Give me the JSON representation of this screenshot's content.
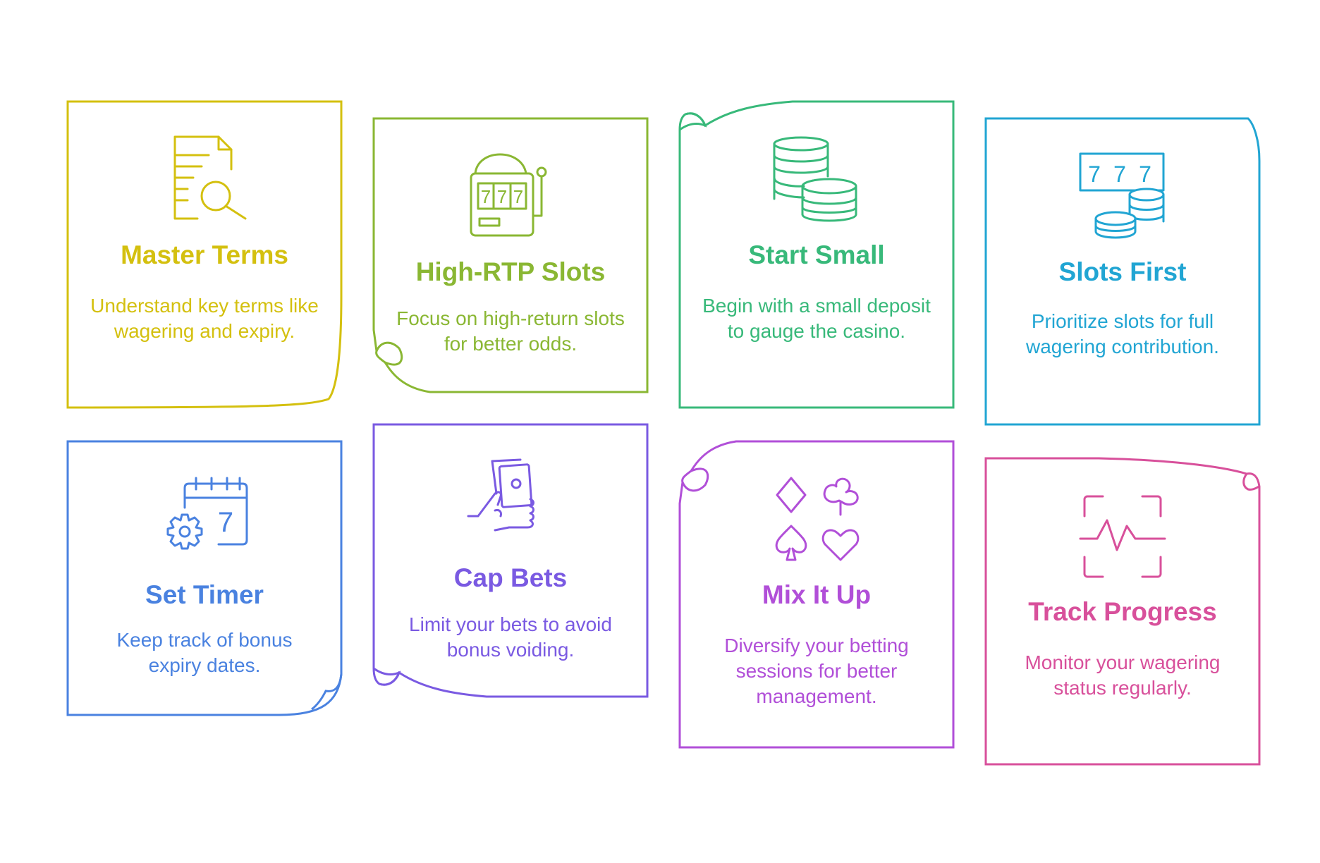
{
  "cards": [
    {
      "title": "Master Terms",
      "description": "Understand key terms like wagering and expiry.",
      "icon": "document-search-icon",
      "color": "#d4c00f"
    },
    {
      "title": "High-RTP Slots",
      "description": "Focus on high-return slots for better odds.",
      "icon": "slot-machine-icon",
      "color": "#8ab733",
      "icon_text": [
        "7",
        "7",
        "7"
      ]
    },
    {
      "title": "Start Small",
      "description": "Begin with a small deposit to gauge the casino.",
      "icon": "coin-stacks-icon",
      "color": "#38b97a"
    },
    {
      "title": "Slots First",
      "description": "Prioritize slots for full wagering contribution.",
      "icon": "slots-coins-icon",
      "color": "#21a5d3",
      "icon_text": [
        "7",
        "7",
        "7"
      ]
    },
    {
      "title": "Set Timer",
      "description": "Keep track of bonus expiry dates.",
      "icon": "calendar-gear-icon",
      "color": "#4a82e0",
      "icon_text": [
        "7"
      ]
    },
    {
      "title": "Cap Bets",
      "description": "Limit your bets to avoid bonus voiding.",
      "icon": "hand-cards-icon",
      "color": "#7a5ae2"
    },
    {
      "title": "Mix It Up",
      "description": "Diversify your betting sessions for better management.",
      "icon": "card-suits-icon",
      "color": "#b14fd8"
    },
    {
      "title": "Track Progress",
      "description": "Monitor your wagering status regularly.",
      "icon": "pulse-scan-icon",
      "color": "#d8509b"
    }
  ]
}
